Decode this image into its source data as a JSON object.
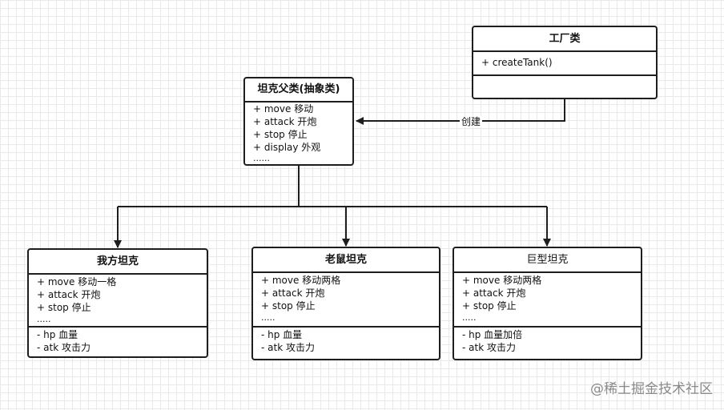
{
  "diagram": {
    "factory": {
      "title": "工厂类",
      "methods": [
        "+ createTank()"
      ],
      "fields": []
    },
    "parent": {
      "title": "坦克父类(抽象类)",
      "methods": [
        "+ move 移动",
        "+ attack 开炮",
        "+ stop 停止",
        "+ display 外观",
        "......"
      ]
    },
    "children": [
      {
        "title": "我方坦克",
        "methods": [
          "+ move 移动一格",
          "+ attack 开炮",
          "+ stop 停止",
          "....."
        ],
        "fields": [
          "- hp 血量",
          "- atk 攻击力"
        ]
      },
      {
        "title": "老鼠坦克",
        "methods": [
          "+ move 移动两格",
          "+ attack 开炮",
          "+ stop 停止",
          "....."
        ],
        "fields": [
          "- hp 血量",
          "- atk 攻击力"
        ]
      },
      {
        "title": "巨型坦克",
        "methods": [
          "+ move 移动两格",
          "+ attack 开炮",
          "+ stop 停止",
          "....."
        ],
        "fields": [
          "- hp 血量加倍",
          "- atk 攻击力"
        ]
      }
    ],
    "edges": {
      "create_label": "创建"
    },
    "watermark": "@稀土掘金技术社区",
    "colors": {
      "stroke": "#1e1e1e",
      "grid": "#e9e9e9",
      "watermark": "#8a8a8a"
    }
  }
}
